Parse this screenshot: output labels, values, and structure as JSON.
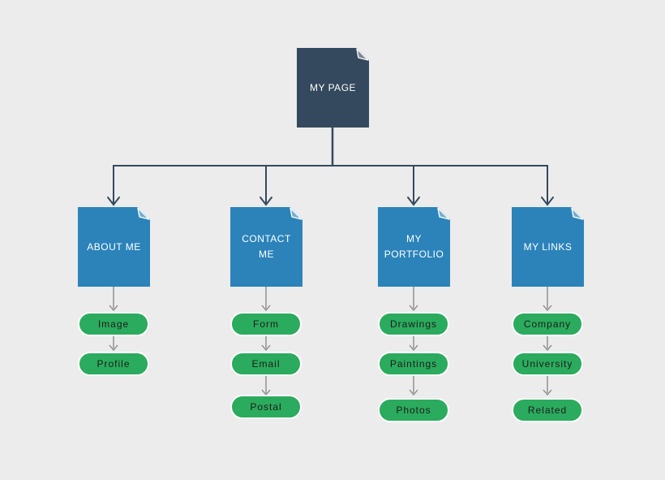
{
  "colors": {
    "background": "#ececec",
    "root_fill": "#34495e",
    "section_fill": "#2b83ba",
    "leaf_fill": "#2bab5d",
    "leaf_border": "#ffffff",
    "doc_text": "#ffffff",
    "leaf_text": "#1d1d1d",
    "tree_connector": "#34495e",
    "leaf_connector": "#848484"
  },
  "root": {
    "label": "MY PAGE"
  },
  "sections": [
    {
      "label": "ABOUT ME",
      "children": [
        "Image",
        "Profile"
      ]
    },
    {
      "label": "CONTACT ME",
      "children": [
        "Form",
        "Email",
        "Postal"
      ]
    },
    {
      "label": "MY PORTFOLIO",
      "children": [
        "Drawings",
        "Paintings",
        "Photos"
      ]
    },
    {
      "label": "MY LINKS",
      "children": [
        "Company",
        "University",
        "Related"
      ]
    }
  ]
}
